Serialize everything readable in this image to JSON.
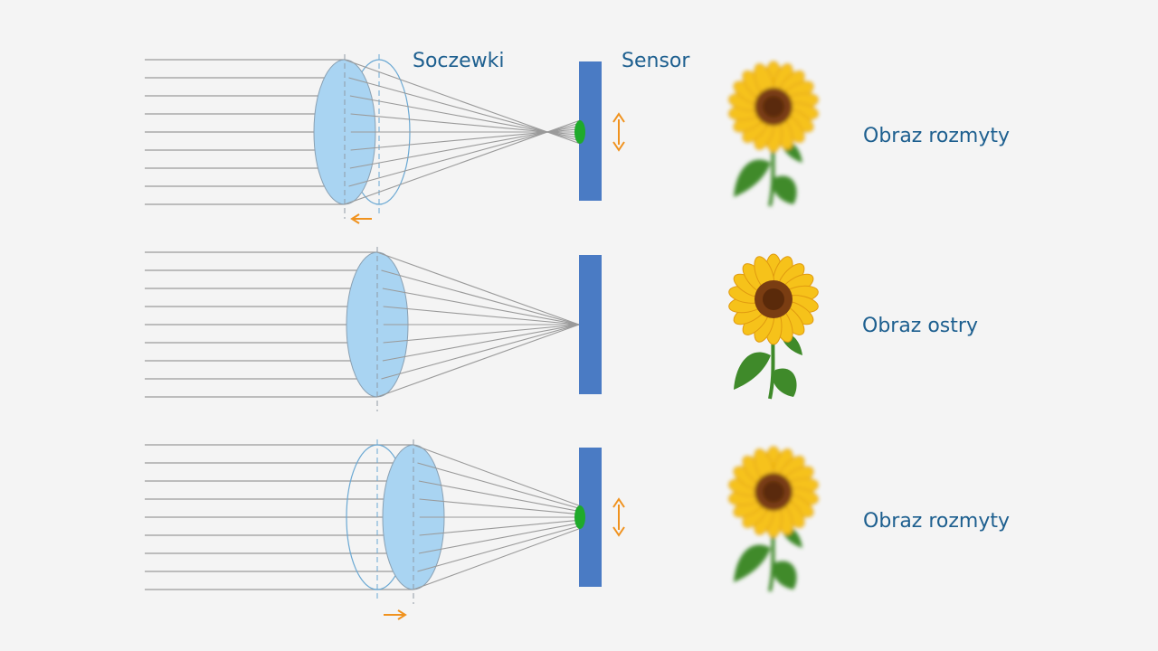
{
  "labels": {
    "lenses": "Soczewki",
    "sensor": "Sensor"
  },
  "rows": [
    {
      "caption": "Obraz rozmyty",
      "state": "lens-moved-left",
      "image_sharp": false
    },
    {
      "caption": "Obraz ostry",
      "state": "in-focus",
      "image_sharp": true
    },
    {
      "caption": "Obraz rozmyty",
      "state": "lens-moved-right",
      "image_sharp": false
    }
  ],
  "colors": {
    "background": "#f4f4f4",
    "ray": "#9a9a9a",
    "lens_fill": "#a9d4f2",
    "lens_stroke": "#6aa8d3",
    "sensor": "#4a7bc4",
    "blur_spot": "#1faa2b",
    "arrow": "#f0921e",
    "label": "#1d5f8f",
    "petal": "#f6c21a",
    "petal_edge": "#e09a10",
    "flower_center": "#7a3d12",
    "leaf": "#3f8a2a"
  },
  "icons": [
    "sunflower-icon",
    "vertical-double-arrow-icon",
    "left-arrow-icon",
    "right-arrow-icon"
  ]
}
